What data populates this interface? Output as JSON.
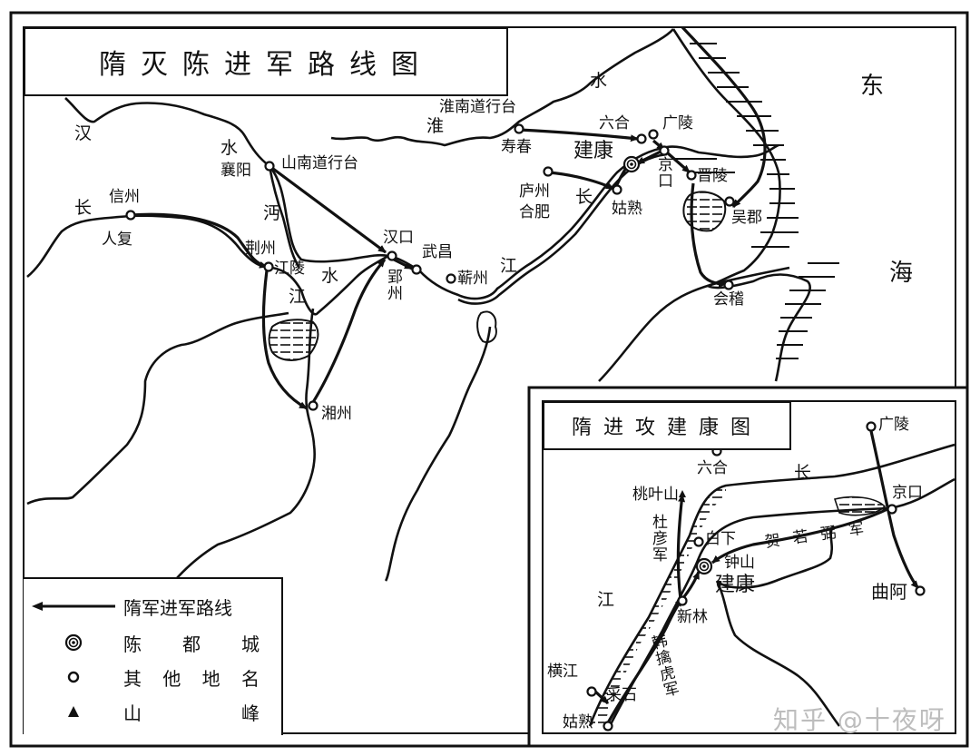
{
  "main_map": {
    "title": "隋灭陈进军路线图",
    "rivers": {
      "han_1": "汉",
      "han_2": "水",
      "huai_1": "淮",
      "huai_2": "水",
      "chang_w": "长",
      "chang_e": "长",
      "jiang_mid": "江",
      "jiang_e": "江",
      "mian_1": "沔",
      "mian_2": "水"
    },
    "sea": {
      "dong": "东",
      "hai": "海"
    },
    "places": [
      {
        "id": "xiangyang",
        "label": "襄阳"
      },
      {
        "id": "shannan",
        "label": "山南道行台"
      },
      {
        "id": "xinzhou",
        "label": "信州"
      },
      {
        "id": "renfu",
        "label": "人复"
      },
      {
        "id": "jingzhou",
        "label": "荆州"
      },
      {
        "id": "jiangling",
        "label": "江陵"
      },
      {
        "id": "hankou",
        "label": "汉口"
      },
      {
        "id": "wuchang",
        "label": "武昌"
      },
      {
        "id": "yingzhou",
        "label": "郢州"
      },
      {
        "id": "qizhou",
        "label": "蕲州"
      },
      {
        "id": "xiangzhou",
        "label": "湘州"
      },
      {
        "id": "huainan",
        "label": "淮南道行台"
      },
      {
        "id": "shouchun",
        "label": "寿春"
      },
      {
        "id": "luhe",
        "label": "六合"
      },
      {
        "id": "guangling",
        "label": "广陵"
      },
      {
        "id": "jiankang",
        "label": "建康"
      },
      {
        "id": "jingkou",
        "label": "京口"
      },
      {
        "id": "luzhou",
        "label": "庐州"
      },
      {
        "id": "hefei",
        "label": "合肥"
      },
      {
        "id": "gushu",
        "label": "姑熟"
      },
      {
        "id": "jinling",
        "label": "晋陵"
      },
      {
        "id": "wujun",
        "label": "吴郡"
      },
      {
        "id": "kuaiji",
        "label": "会稽"
      }
    ]
  },
  "legend": {
    "items": [
      {
        "symbol": "arrow-line",
        "label": "隋军进军路线",
        "chars": [
          "隋军进军路线"
        ]
      },
      {
        "symbol": "double-circle",
        "label": "陈都城",
        "chars": [
          "陈",
          "都",
          "城"
        ]
      },
      {
        "symbol": "circle",
        "label": "其他地名",
        "chars": [
          "其",
          "他",
          "地",
          "名"
        ]
      },
      {
        "symbol": "triangle",
        "label": "山峰",
        "chars": [
          "山",
          "峰"
        ]
      }
    ]
  },
  "inset_map": {
    "title": "隋进攻建康图",
    "places": [
      {
        "id": "luhe",
        "label": "六合"
      },
      {
        "id": "guangling",
        "label": "广陵"
      },
      {
        "id": "taoyeshan",
        "label": "桃叶山"
      },
      {
        "id": "jingkou",
        "label": "京口"
      },
      {
        "id": "baixia",
        "label": "白下"
      },
      {
        "id": "zhongshan",
        "label": "钟山"
      },
      {
        "id": "jiankang",
        "label": "建康"
      },
      {
        "id": "xinlin",
        "label": "新林"
      },
      {
        "id": "qua",
        "label": "曲阿"
      },
      {
        "id": "hengjiang",
        "label": "横江"
      },
      {
        "id": "caishi",
        "label": "采石"
      },
      {
        "id": "gushu",
        "label": "姑熟"
      }
    ],
    "rivers": {
      "chang": "长",
      "jiang": "江"
    },
    "armies": {
      "du_yan": "杜彦军",
      "he_ruobi": "贺若弼军",
      "han_qinhu": "韩擒虎军"
    }
  },
  "watermark": "知乎 @十夜呀"
}
